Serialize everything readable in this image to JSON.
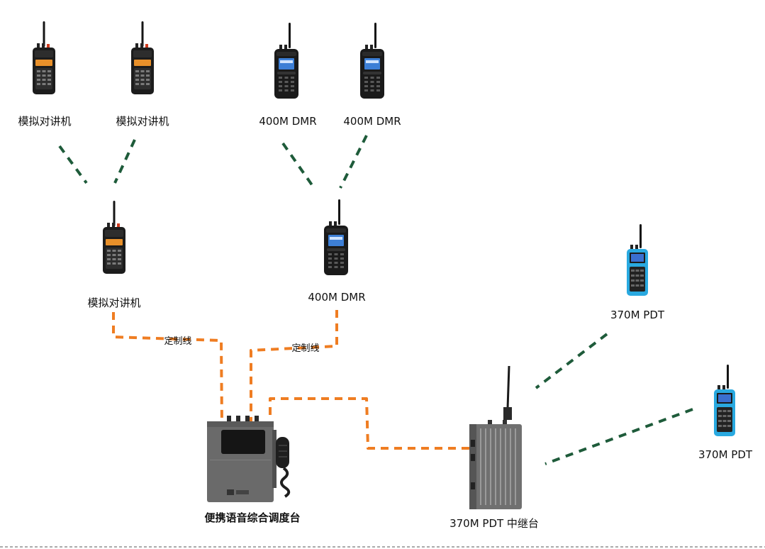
{
  "labels": {
    "analog_radio_1": "模拟对讲机",
    "analog_radio_2": "模拟对讲机",
    "dmr_radio_1": "400M DMR",
    "dmr_radio_2": "400M DMR",
    "analog_radio_main": "模拟对讲机",
    "dmr_radio_main": "400M DMR",
    "pdt_radio_1": "370M PDT",
    "pdt_radio_2": "370M PDT",
    "cable_left": "定制线",
    "cable_right": "定制线",
    "dispatch_console": "便携语音综合调度台",
    "pdt_repeater": "370M PDT 中继台"
  },
  "colors": {
    "wired_link": "#ef7d22",
    "wireless_link": "#1e5b3a",
    "analog_radio_body": "#1c1c1c",
    "analog_radio_screen": "#e8902a",
    "dmr_radio_body": "#1a1a1a",
    "dmr_radio_screen": "#3d7fd6",
    "pdt_radio_body": "#29a9e0",
    "pdt_radio_screen": "#3a6fd0",
    "console_body": "#6a6a6a",
    "repeater_body": "#707070"
  }
}
